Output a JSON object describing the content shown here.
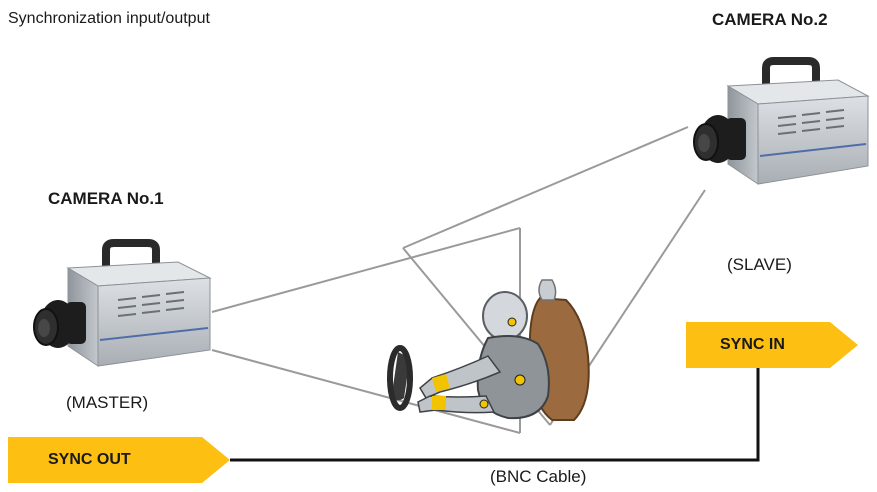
{
  "page_title": "Synchronization input/output",
  "cameras": [
    {
      "name": "CAMERA No.1",
      "role": "(MASTER)"
    },
    {
      "name": "CAMERA No.2",
      "role": "(SLAVE)"
    }
  ],
  "signals": {
    "sync_out": "SYNC OUT",
    "sync_in": "SYNC IN"
  },
  "cable_label": "(BNC Cable)",
  "colors": {
    "signal_arrow": "#fdbf12",
    "cable": "#111111",
    "view_lines": "#9a9a9a",
    "camera_body": "#bfc4c9",
    "camera_handle": "#2a2a2a"
  },
  "icons": {
    "camera_1": "high-speed-camera-icon",
    "camera_2": "high-speed-camera-icon",
    "subject": "crash-test-dummy-icon"
  }
}
